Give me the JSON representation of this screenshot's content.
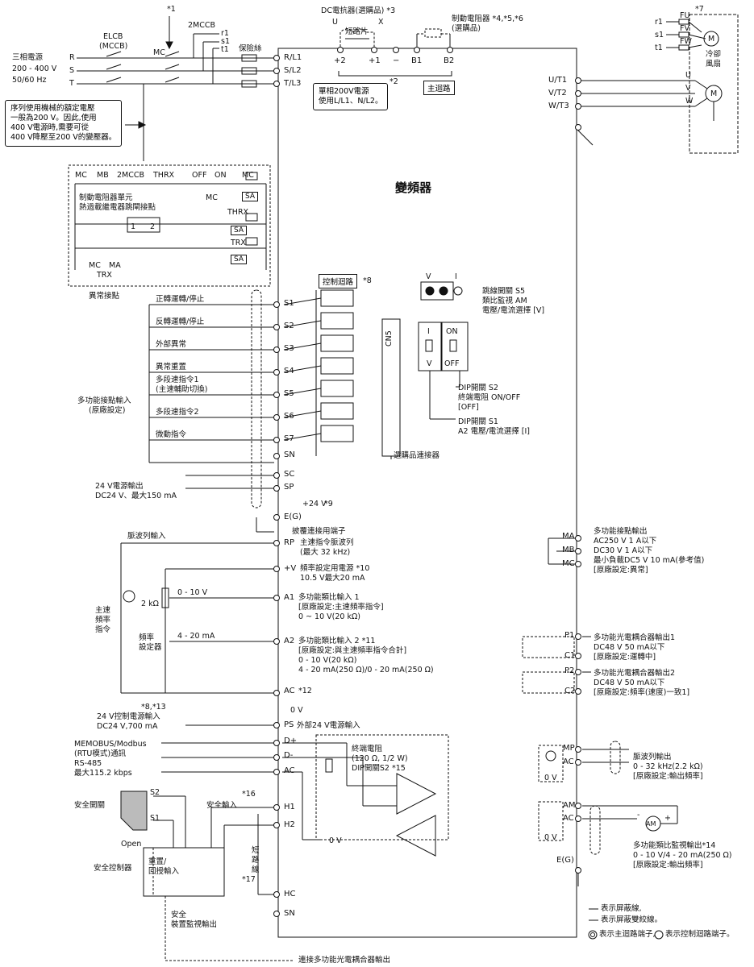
{
  "title": "變頻器",
  "power": {
    "source_lines": [
      "三相電源",
      "200 - 400 V",
      "50/60 Hz"
    ],
    "phases": [
      "R",
      "S",
      "T"
    ],
    "elcb": "ELCB",
    "mccb": "(MCCB)",
    "mc": "MC",
    "mccb2": "2MCCB",
    "mccb2_taps": [
      "r1",
      "s1",
      "t1"
    ],
    "fuse": "保險絲",
    "note1": "*1"
  },
  "input_terminals": [
    "R/L1",
    "S/L2",
    "T/L3"
  ],
  "output_terminals": [
    "U/T1",
    "V/T2",
    "W/T3"
  ],
  "main_circuit": {
    "dc_reactor": "DC電抗器(選購品) *3",
    "u": "U",
    "x": "X",
    "jumper": "短路片",
    "brake_resistor": "制動電阻器 *4,*5,*6",
    "brake_resistor_sub": "(選購品)",
    "terminals": [
      "+2",
      "+1",
      "−",
      "B1",
      "B2"
    ],
    "note2": "*2",
    "main_label": "主迴路",
    "single_phase": [
      "單相200V電源",
      "使用L/L1、N/L2。"
    ]
  },
  "voltage_note": [
    "序列使用機械的額定電壓",
    "一般為200 V。因此,使用",
    "400 V電源時,需要可從",
    "400 V降壓至200 V的變壓器。"
  ],
  "sequence": {
    "labels": [
      "MC",
      "MB",
      "2MCCB",
      "THRX",
      "OFF",
      "ON",
      "MC"
    ],
    "mc": "MC",
    "sa": "SA",
    "brake_unit": [
      "制動電阻器單元",
      "熱過載繼電器跳閘接點"
    ],
    "contacts": [
      "1",
      "2"
    ],
    "thrx": "THRX",
    "trx": "TRX",
    "mc_ma": [
      "MC",
      "MA"
    ],
    "trx2": "TRX",
    "fault_contact": "異常接點"
  },
  "fan": {
    "note": "*7",
    "taps": [
      "r1",
      "s1",
      "t1"
    ],
    "fuses": [
      "FU",
      "FV",
      "FW"
    ],
    "motor": "M",
    "label": [
      "冷卻",
      "風扇"
    ],
    "uvw": [
      "U",
      "V",
      "W"
    ]
  },
  "control": {
    "label": "控制迴路",
    "note8": "*8",
    "inputs": [
      {
        "term": "S1",
        "label": "正轉運轉/停止"
      },
      {
        "term": "S2",
        "label": "反轉運轉/停止"
      },
      {
        "term": "S3",
        "label": "外部異常"
      },
      {
        "term": "S4",
        "label": "異常重置"
      },
      {
        "term": "S5",
        "label": "多段速指令1\n(主速輔助切換)"
      },
      {
        "term": "S6",
        "label": "多段速指令2"
      },
      {
        "term": "S7",
        "label": "微動指令"
      }
    ],
    "multi_input": [
      "多功能接點輸入",
      "(原廠設定)"
    ],
    "sn": "SN",
    "sc": "SC",
    "sp": "SP",
    "p24": "+24 V",
    "note9": "*9",
    "supply_24": [
      "24 V電源輸出",
      "DC24 V、最大150 mA"
    ],
    "cn5": "CN5",
    "option_connector": "選購品連接器"
  },
  "switches": {
    "v": "V",
    "i": "I",
    "s5": [
      "跳線開關 S5",
      "類比監視 AM",
      "電壓/電流選擇 [V]"
    ],
    "dip_i": "I",
    "dip_v": "V",
    "dip_on": "ON",
    "dip_off": "OFF",
    "s2": [
      "DIP開關 S2",
      "終端電阻 ON/OFF",
      "[OFF]"
    ],
    "s1": [
      "DIP開關 S1",
      "A2 電壓/電流選擇 [I]"
    ]
  },
  "analog": {
    "eg": "E(G)",
    "shield_term": "披覆連接用端子",
    "pulse_in": "脈波列輸入",
    "rp": "RP",
    "rp_desc": [
      "主速指令脈波列",
      "(最大 32 kHz)"
    ],
    "pv": "+V",
    "pv_desc": [
      "頻率設定用電源 *10",
      "10.5 V最大20 mA"
    ],
    "a1": "A1",
    "a1_desc": [
      "多功能類比輸入 1",
      "[原廠設定:主速頻率指令]",
      "0 ~ 10 V(20 kΩ)"
    ],
    "a2": "A2",
    "a2_desc": [
      "多功能類比輸入 2 *11",
      "[原廠設定:與主速頻率指令合計]",
      "0 - 10 V(20 kΩ)",
      "4 - 20 mA(250 Ω)/0 - 20 mA(250 Ω)"
    ],
    "ac": "AC",
    "note12": "*12",
    "zero_v": "0 V",
    "range_v": "0 - 10 V",
    "range_i": "4 - 20 mA",
    "pot": "2 kΩ",
    "master_freq": [
      "主速",
      "頻率",
      "指令"
    ],
    "freq_setter": [
      "頻率",
      "設定器"
    ],
    "ps_note": "*8,*13",
    "ps_in": [
      "24 V控制電源輸入",
      "DC24 V,700 mA"
    ],
    "ps": "PS",
    "ps_desc": "外部24 V電源輸入"
  },
  "comm": {
    "lines": [
      "MEMOBUS/Modbus",
      "(RTU模式)通訊",
      "RS-485",
      "最大115.2 kbps"
    ],
    "terms": [
      "D+",
      "D-",
      "AC"
    ],
    "terminator": [
      "終端電阻",
      "(120 Ω, 1/2 W)",
      "DIP開關S2 *15"
    ],
    "zero_v": "0 V"
  },
  "safety": {
    "switch": "安全開關",
    "s2": "S2",
    "s1": "S1",
    "open": "Open",
    "note16": "*16",
    "safe_input": "安全輸入",
    "h1": "H1",
    "h2": "H2",
    "hc": "HC",
    "sn": "SN",
    "short": [
      "短",
      "路",
      "線"
    ],
    "note17": "*17",
    "controller": "安全控制器",
    "reset": [
      "重置/",
      "回授輸入"
    ],
    "monitor": [
      "安全",
      "裝置監視輸出"
    ],
    "bottom": "連接多功能光電耦合器輸出"
  },
  "outputs": {
    "relay_terms": [
      "MA",
      "MB",
      "MC"
    ],
    "relay_desc": [
      "多功能接點輸出",
      "AC250 V 1 A以下",
      "DC30 V 1 A以下",
      "最小負載DC5 V 10 mA(參考值)",
      "[原廠設定:異常]"
    ],
    "photo1_terms": [
      "P1",
      "C1"
    ],
    "photo1_desc": [
      "多功能光電耦合器輸出1",
      "DC48 V 50 mA以下",
      "[原廠設定:運轉中]"
    ],
    "photo2_terms": [
      "P2",
      "C2"
    ],
    "photo2_desc": [
      "多功能光電耦合器輸出2",
      "DC48 V 50 mA以下",
      "[原廠設定:頻率(速度)一致1]"
    ],
    "mp_terms": [
      "MP",
      "AC"
    ],
    "mp_desc": [
      "脈波列輸出",
      "0 - 32 kHz(2.2 kΩ)",
      "[原廠設定:輸出頻率]"
    ],
    "am_terms": [
      "AM",
      "AC"
    ],
    "am_desc": [
      "多功能類比監視輸出*14",
      "0 - 10 V/4 - 20 mA(250 Ω)",
      "[原廠設定:輸出頻率]"
    ],
    "am_meter": "AM",
    "zero_v": "0 V",
    "eg": "E(G)",
    "minus": "-",
    "plus": "+"
  },
  "legend": [
    "表示屏蔽線,",
    "表示屏蔽雙絞線。",
    "表示主迴路端子,",
    "表示控制迴路端子。"
  ]
}
